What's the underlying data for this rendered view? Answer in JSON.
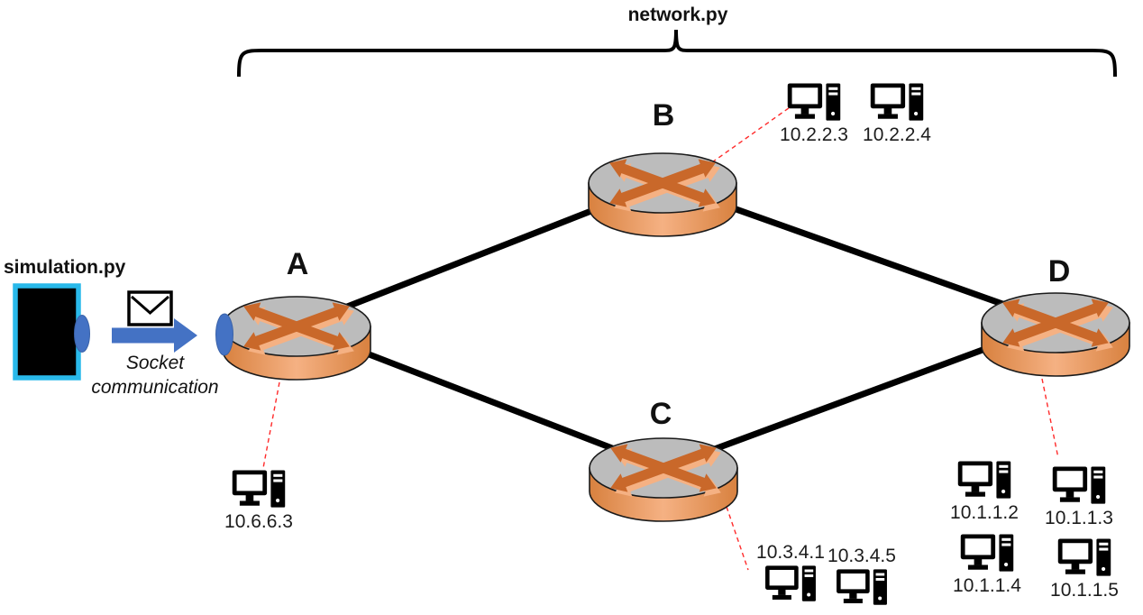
{
  "title": "network.py",
  "left_panel": {
    "script_label": "simulation.py",
    "arrow_caption_line1": "Socket",
    "arrow_caption_line2": "communication"
  },
  "routers": [
    {
      "id": "A",
      "label": "A"
    },
    {
      "id": "B",
      "label": "B"
    },
    {
      "id": "C",
      "label": "C"
    },
    {
      "id": "D",
      "label": "D"
    }
  ],
  "links": [
    {
      "from": "A",
      "to": "B"
    },
    {
      "from": "A",
      "to": "C"
    },
    {
      "from": "B",
      "to": "D"
    },
    {
      "from": "C",
      "to": "D"
    }
  ],
  "hosts": [
    {
      "ip": "10.6.6.3",
      "router": "A"
    },
    {
      "ip": "10.2.2.3",
      "router": "B"
    },
    {
      "ip": "10.2.2.4",
      "router": "B"
    },
    {
      "ip": "10.3.4.1",
      "router": "C"
    },
    {
      "ip": "10.3.4.5",
      "router": "C"
    },
    {
      "ip": "10.1.1.2",
      "router": "D"
    },
    {
      "ip": "10.1.1.3",
      "router": "D"
    },
    {
      "ip": "10.1.1.4",
      "router": "D"
    },
    {
      "ip": "10.1.1.5",
      "router": "D"
    }
  ],
  "icons": {
    "envelope": "envelope-icon",
    "computer": "desktop-computer-icon",
    "router": "router-icon"
  },
  "colors": {
    "arrow_blue": "#4472C4",
    "box_border_cyan": "#29B9EA",
    "router_orange_dark": "#C9682A",
    "router_orange_light": "#F5B183",
    "router_top_gray": "#BCBCBC",
    "link_black": "#000000",
    "host_line_red": "#FF2A2A"
  }
}
